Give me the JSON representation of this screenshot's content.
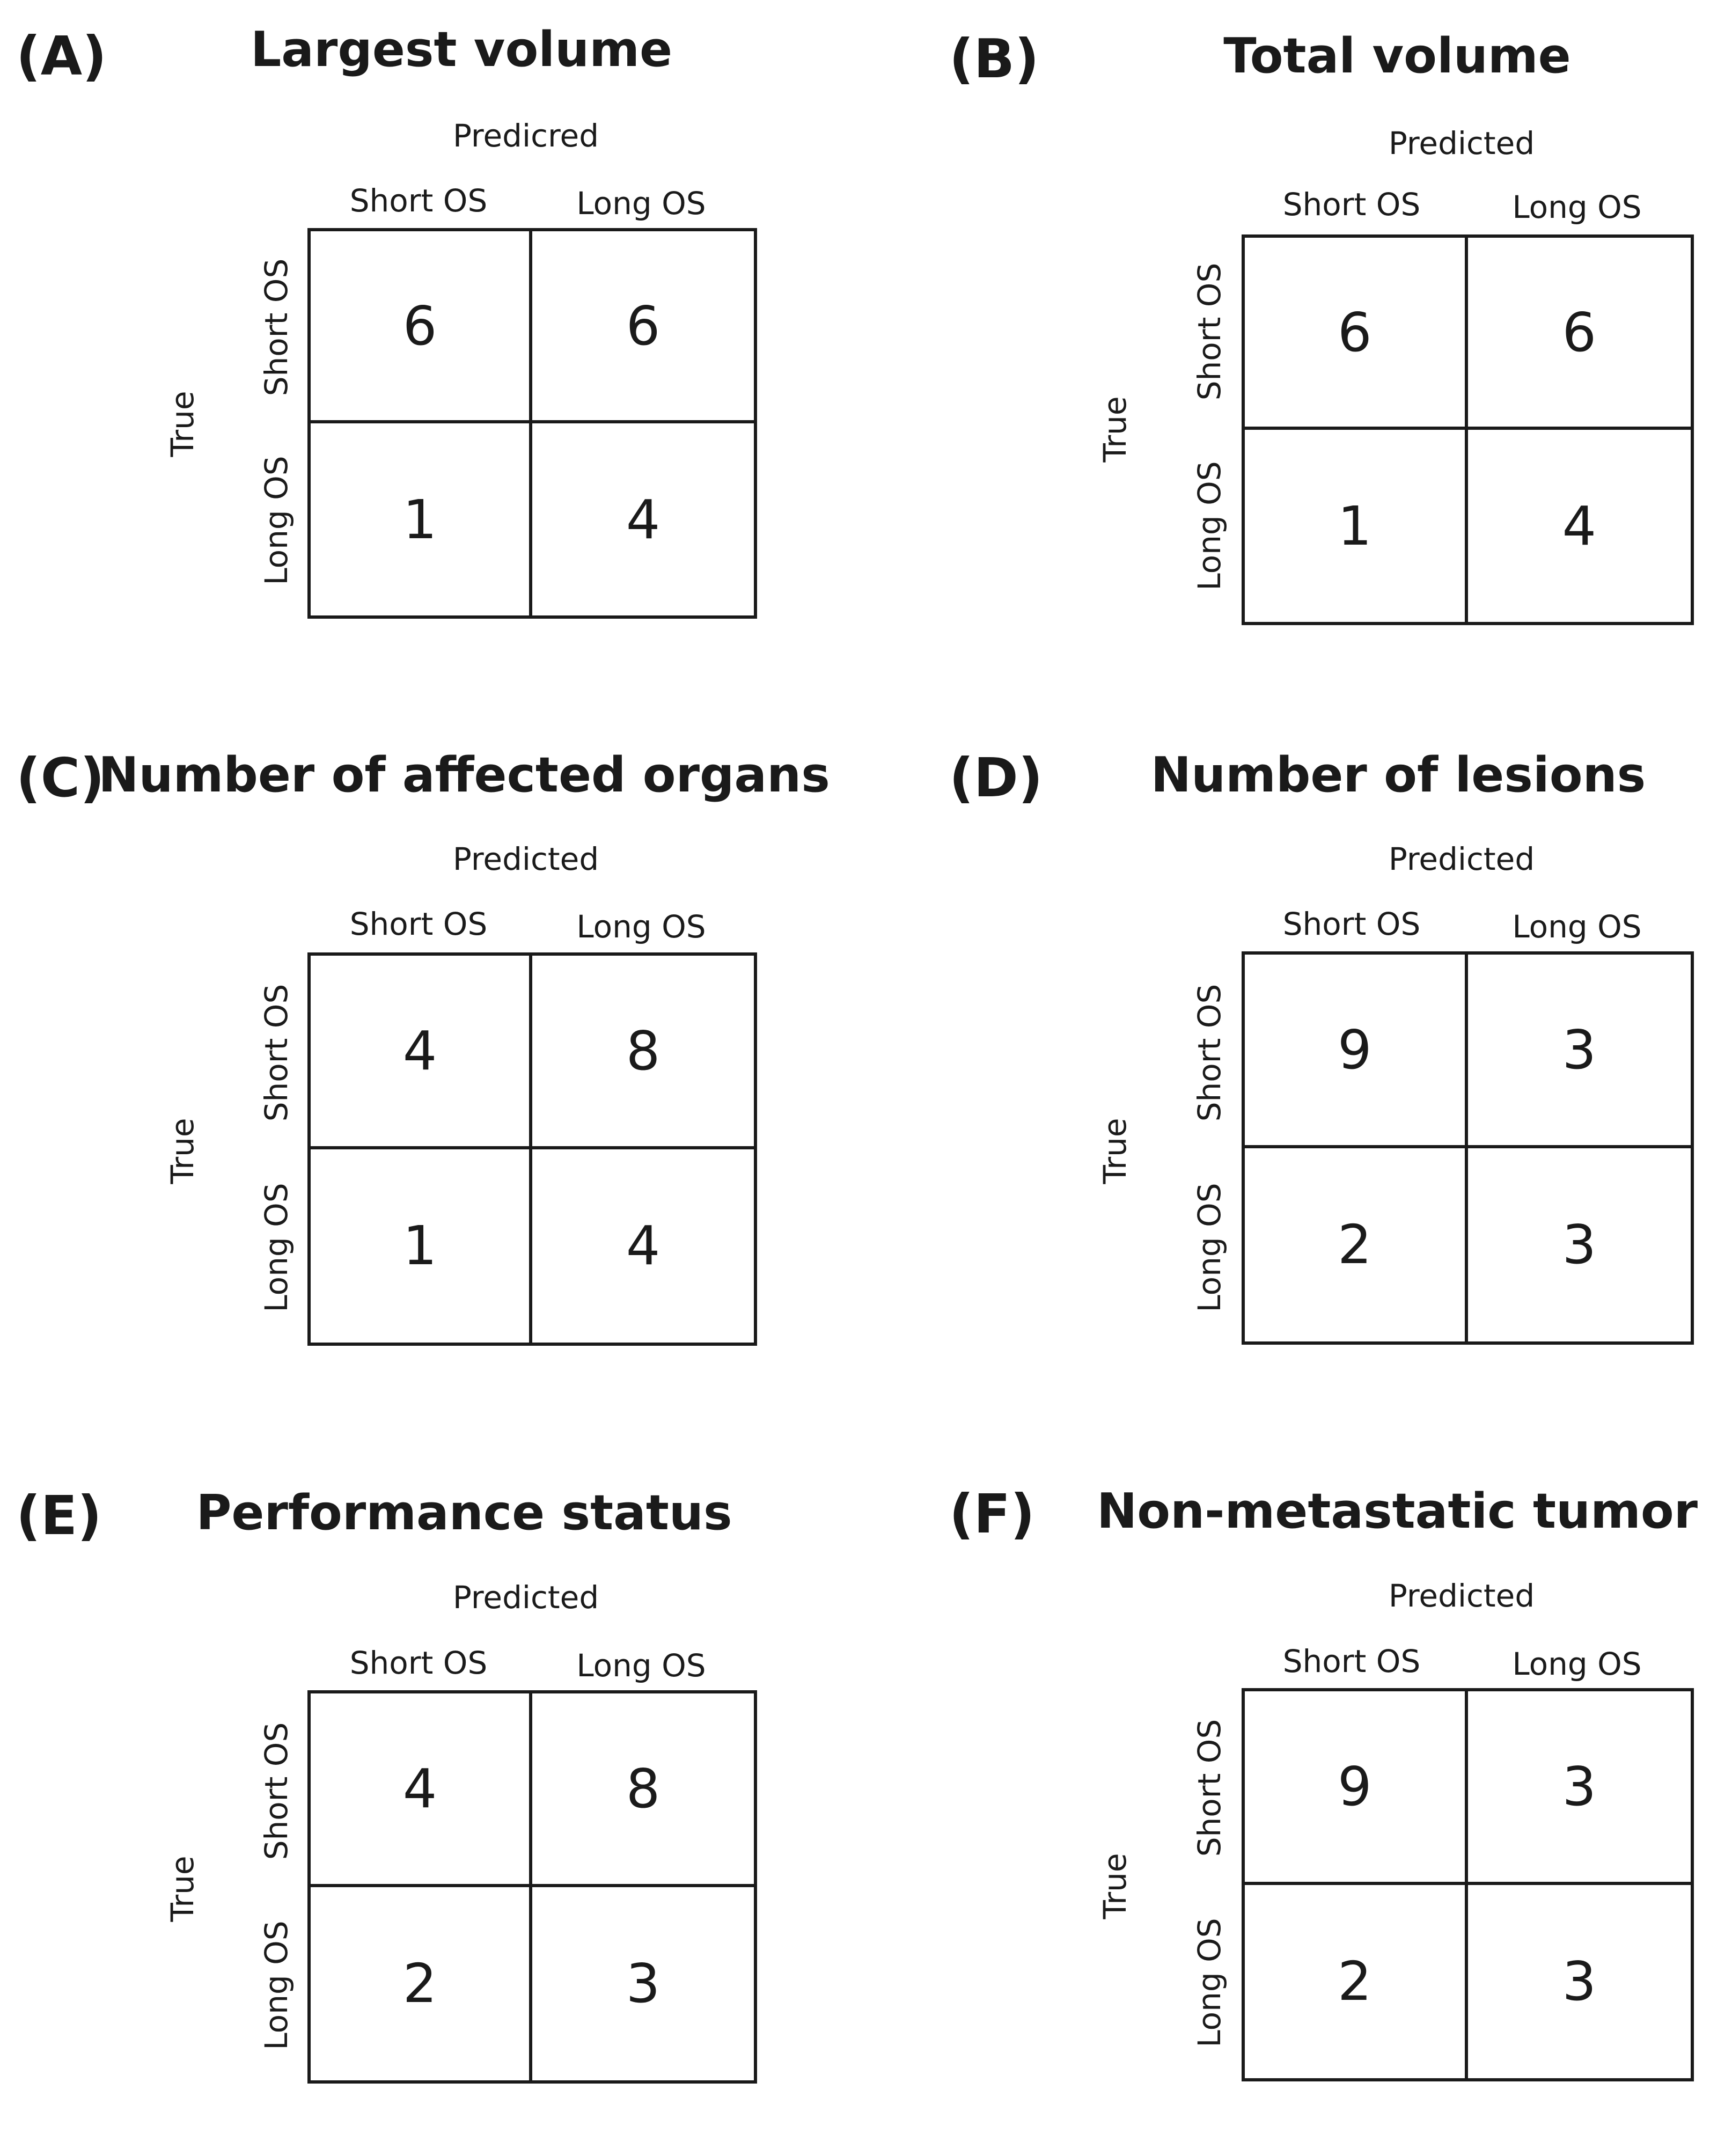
{
  "chart_data": [
    {
      "type": "table",
      "letter": "(A)",
      "title": "Largest volume",
      "predicted_label": "Predicred",
      "true_label": "True",
      "col_labels": [
        "Short OS",
        "Long OS"
      ],
      "row_labels": [
        "Short OS",
        "Long OS"
      ],
      "matrix": [
        [
          "6",
          "6"
        ],
        [
          "1",
          "4"
        ]
      ]
    },
    {
      "type": "table",
      "letter": "(B)",
      "title": "Total volume",
      "predicted_label": "Predicted",
      "true_label": "True",
      "col_labels": [
        "Short OS",
        "Long OS"
      ],
      "row_labels": [
        "Short OS",
        "Long OS"
      ],
      "matrix": [
        [
          "6",
          "6"
        ],
        [
          "1",
          "4"
        ]
      ]
    },
    {
      "type": "table",
      "letter": "(C)",
      "title": "Number of affected organs",
      "predicted_label": "Predicted",
      "true_label": "True",
      "col_labels": [
        "Short OS",
        "Long OS"
      ],
      "row_labels": [
        "Short OS",
        "Long OS"
      ],
      "matrix": [
        [
          "4",
          "8"
        ],
        [
          "1",
          "4"
        ]
      ]
    },
    {
      "type": "table",
      "letter": "(D)",
      "title": "Number of lesions",
      "predicted_label": "Predicted",
      "true_label": "True",
      "col_labels": [
        "Short OS",
        "Long OS"
      ],
      "row_labels": [
        "Short OS",
        "Long OS"
      ],
      "matrix": [
        [
          "9",
          "3"
        ],
        [
          "2",
          "3"
        ]
      ]
    },
    {
      "type": "table",
      "letter": "(E)",
      "title": "Performance status",
      "predicted_label": "Predicted",
      "true_label": "True",
      "col_labels": [
        "Short OS",
        "Long OS"
      ],
      "row_labels": [
        "Short OS",
        "Long OS"
      ],
      "matrix": [
        [
          "4",
          "8"
        ],
        [
          "2",
          "3"
        ]
      ]
    },
    {
      "type": "table",
      "letter": "(F)",
      "title": "Non-metastatic tumor",
      "predicted_label": "Predicted",
      "true_label": "True",
      "col_labels": [
        "Short OS",
        "Long OS"
      ],
      "row_labels": [
        "Short OS",
        "Long OS"
      ],
      "matrix": [
        [
          "9",
          "3"
        ],
        [
          "2",
          "3"
        ]
      ]
    }
  ]
}
